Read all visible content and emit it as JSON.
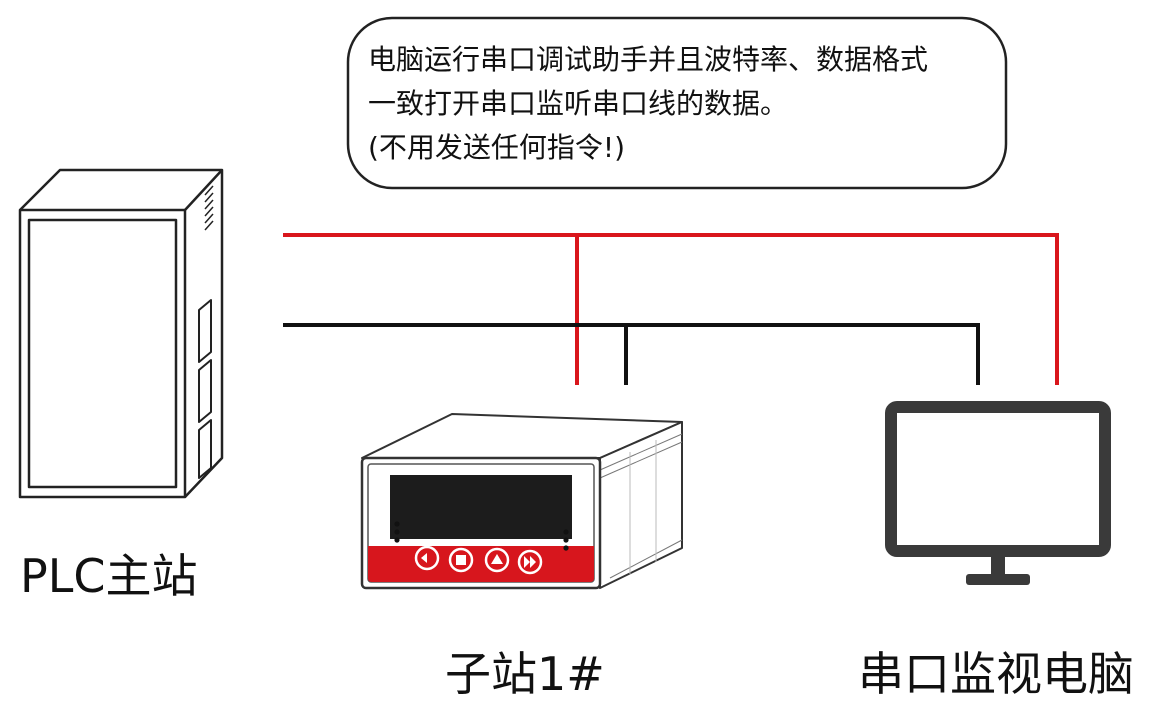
{
  "note": {
    "line1": "电脑运行串口调试助手并且波特率、数据格式",
    "line2": "一致打开串口监听串口线的数据。",
    "line3": "(不用发送任何指令!)"
  },
  "labels": {
    "plc_master": "PLC主站",
    "slave_station": "子站1#",
    "serial_monitor_pc": "串口监视电脑"
  },
  "colors": {
    "red_wire": "#d9161c",
    "black_wire": "#111111",
    "device_red": "#d7161d",
    "monitor_gray": "#3a3a3a"
  }
}
